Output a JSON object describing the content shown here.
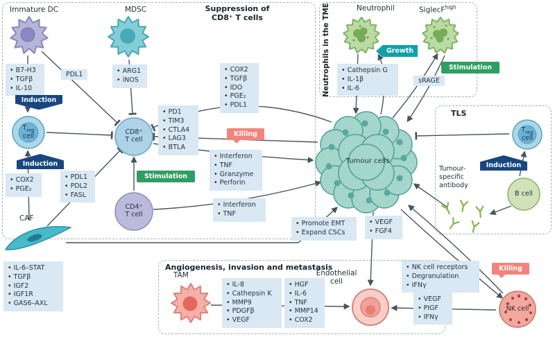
{
  "colors": {
    "list_box_bg": "#d9e8f2",
    "induction": "#17477e",
    "stimulation": "#2f9e63",
    "growth": "#12a0a8",
    "killing": "#f4837d",
    "tumour_cell": "#a5d6cb",
    "arrow": "#46545e"
  },
  "regions": {
    "suppression": {
      "title_line1": "Suppression of",
      "title_line2": "CD8⁺ T cells"
    },
    "neutrophils": {
      "title": "Neutrophils in the TME"
    },
    "tls": {
      "title": "TLS"
    },
    "angiogenesis": {
      "title": "Angiogenesis, invasion and metastasis"
    }
  },
  "banners": {
    "induction": "Induction",
    "stimulation": "Stimulation",
    "growth": "Growth",
    "killing": "Killing"
  },
  "cells": {
    "immature_dc": {
      "label": "Immature DC"
    },
    "mdsc": {
      "label": "MDSC"
    },
    "treg": {
      "t": "T",
      "sub": "reg",
      "line2": "cell"
    },
    "cd8": {
      "line1": "CD8⁺",
      "line2": "T cell"
    },
    "cd4": {
      "line1": "CD4⁺",
      "line2": "T cell"
    },
    "caf": {
      "label": "CAF"
    },
    "neutrophil": {
      "label": "Neutrophil"
    },
    "siglecf": {
      "base": "SiglecF",
      "sup": "high"
    },
    "tumour": {
      "label": "Tumour cells"
    },
    "b_cell": {
      "label": "B cell"
    },
    "tam": {
      "label": "TAM"
    },
    "endothelial": {
      "line1": "Endothelial",
      "line2": "cell"
    },
    "nk": {
      "label": "NK cell"
    },
    "antibody": {
      "line1": "Tumour-",
      "line2": "specific",
      "line3": "antibody"
    }
  },
  "lists": {
    "dc_factors": [
      "B7-H3",
      "TGFβ",
      "IL-10"
    ],
    "pdl1": "PDL1",
    "mdsc_factors": [
      "ARG1",
      "iNOS"
    ],
    "caf_treg": [
      "COX2",
      "PGE₂"
    ],
    "caf_cd8": [
      "PDL1",
      "PDL2",
      "FASL"
    ],
    "caf_tumour": [
      "IL-6–STAT",
      "TGFβ",
      "IGF2",
      "IGF1R",
      "GAS6–AXL"
    ],
    "tumour_cd8": [
      "COX2",
      "TGFβ",
      "IDO",
      "PGE₂",
      "PDL1"
    ],
    "checkpoints": [
      "PD1",
      "TIM3",
      "CTLA4",
      "LAG3",
      "BTLA"
    ],
    "cd8_killing": [
      "Interferon",
      "TNF",
      "Granzyme",
      "Perforin"
    ],
    "cd4_factors": [
      "Interferon",
      "TNF"
    ],
    "neutrophil_factors": [
      "Cathepsin G",
      "IL-1β",
      "IL-6"
    ],
    "srage": "sRAGE",
    "emt": [
      "Promote EMT",
      "Expand CSCs"
    ],
    "vegf_fgf4": [
      "VEGF",
      "FGF4"
    ],
    "tam_factors1": [
      "IL-8",
      "Cathepsin K",
      "MMP9",
      "PDGFβ",
      "VEGF"
    ],
    "tam_factors2": [
      "HGF",
      "IL-6",
      "TNF",
      "MMP14",
      "COX2"
    ],
    "nk_tumour": [
      "NK cell receptors",
      "Degranulation",
      "IFNγ"
    ],
    "nk_endothelial": [
      "VEGF",
      "PIGF",
      "IFNγ"
    ]
  }
}
